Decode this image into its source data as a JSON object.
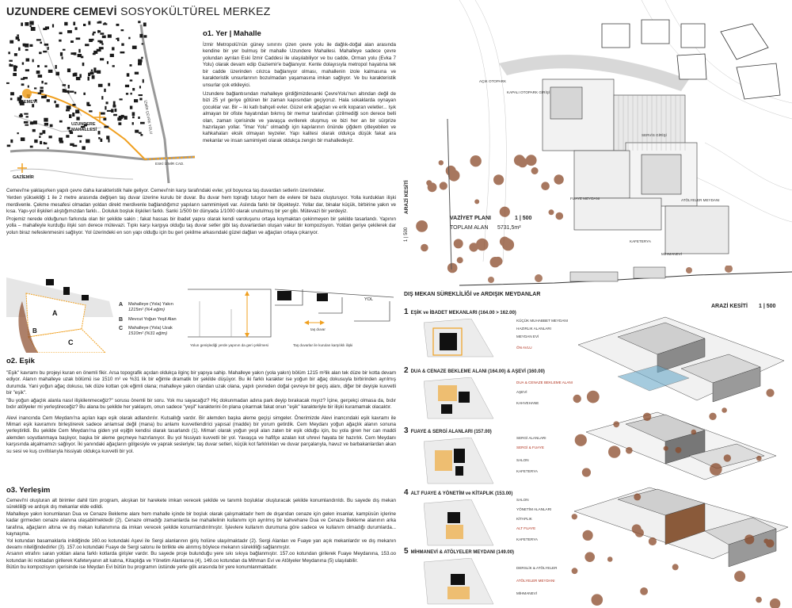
{
  "title": {
    "bold": "UZUNDERE CEMEVİ",
    "light": "SOSYOKÜLTÜREL MERKEZ"
  },
  "map_labels": {
    "cemevi": "CEMEVİ",
    "mahalle": "UZUNDERE\nMAHALLESİ",
    "izmir_cevre": "İZMİR ÇEVRE YOLU",
    "eski_izmir": "ESKİ İZMİR CAD.",
    "gaziemir": "GAZİEMİR"
  },
  "section1": {
    "heading": "o1. Yer | Mahalle",
    "paragraphs": [
      "İzmir Metropolü'nün güney sınırını çizen çevre yolu ile dağlık-doğal alan arasında kendine bir yer bulmuş bir mahalle Uzundere Mahallesi. Mahalleye sadece çevre yolundan ayrılan Eski İzmir Caddesi ile ulaşılabiliyor ve bu cadde, Orman yolu (Evka 7 Yolu) olarak devam edip Gaziemir'e bağlanıyor. Kente dolayısıyla metropol hayatına tek bir cadde üzerinden cılızca bağlanıyor olması, mahallenin izole kalmasına ve karakteristik unsurlarının bozulmadan yaşamasına imkan sağlıyor. Ve bu karakteristik unsurlar çok etkileyici.",
      "Uzundere bağlantısından mahalleye girdiğimizdesanki ÇevreYolu'nun altından değil de bizi 25 yıl geriye götüren bir zaman kapısından geçiyoruz. Hala sokaklarda oynayan çocuklar var. Bir – iki katlı bahçeli evler. Güzel erik ağaçları ve erik koparan veletler... Işık almayan bir ofiste hayatından bıkmış bir memur tarafından çizilmediği son derece belli olan, zaman içerisinde ve yavaşça evrilerek oluşmuş ve bizi her an bir sürprize hazırlayan yollar. \"İmar Yolu\" olmadığı için kapılarının önünde çiğdem çitleyebilen ve kahkahaları eksik olmayan teyzeler. Yapı kalitesi olarak oldukça düşük fakat ara mekanlar ve insan samimiyeti olarak oldukça zengin bir mahalledeyiz."
    ],
    "continued": [
      "Cemevi'ne yaklaşırken yapılı çevre daha karakteristik hale geliyor. Cemevi'nin karşı tarafındaki evler, yol boyunca taş duvardan setlerin üzerindeler.",
      "Yerden yüksekliği 1 ile 2 metre arasında değişen taş duvar üzerine kurulu bir duvar. Bu duvar hem toprağı tutuyor hem de evlere bir baza oluşturuyor. Yolla kurdukları ilişki merdivenle. Çekme mesafesi olmadan yoldan direkt merdivenle bağlandığımız yapıların sammimiyeti var. Aslında farklı bir ölçekteyiz. Yollar dar, binalar küçük, birbirine yakın ve kısa. Yapı-yol ilişkileri alıştığımızdan farklı... Doluluk boşluk ilişkileri farklı. Sanki 1/500 bir dünyada 1/1000 olarak unutulmuş bir yer gibi. Mütevazi bir yerdeyiz.",
      "Projemiz nerede olduğunun farkında olan bir şekilde sakin ; fakat hassas bir ibadet yapısı olarak kendi varoluşunu ortaya koymaktan çekinmeyen bir şekilde tasarlandı. Yapının yolla – mahalleyle kurduğu ilişki son derece mütevazi. Tıpkı karşı kargıya olduğu taş duvar setler gibi taş duvarlardan oluşan vakur bir kompozisyon. Yoldan geriye çekilerek dar yolun biraz nefeslenmesini sağlıyor. Yol üzerindeki en son yapı olduğu için bu geri çekilme arkasındaki güzel dağları ve ağaçları ortaya çıkarıyor."
    ]
  },
  "diagram_abc": {
    "legend": [
      {
        "key": "A",
        "label": "Mahalleye (Yola) Yakın",
        "sub": "1215m² (%4 eğim)"
      },
      {
        "key": "B",
        "label": "Mevcut Yoğun Yeşil Alan",
        "sub": ""
      },
      {
        "key": "C",
        "label": "Mahalleye (Yola) Uzak",
        "sub": "1510m² (%31 eğim)"
      }
    ],
    "yol": "YOL",
    "section_label": "taş duvar",
    "cap1": "Yolun genişlediği yerde yapının da geri çekilmesi",
    "cap2": "Taş duvarlar ile kurulan karşılıklı ilişki"
  },
  "section2": {
    "heading": "o2. Eşik",
    "paragraphs": [
      "\"Eşik\" kavramı bu projeyi kuran en önemli fikir. Arsa topografik açıdan oldukça ilginç bir yapıya sahip. Mahalleye yakın (yola yakın) bölüm 1215 m²lik alan tek düze bir kotta devam ediyor. Alanın mahalleye uzak bölümü ise 1510 m² ve %31 lik bir eğimle dramatik bir şekilde düşüyor. Bu iki farklı karakter ise yoğun bir ağaç dokusuyla birbirinden ayrılmış durumda. Yani yoğun ağaç dokusu, tek düze kottan çok eğimli olana; mahalleye yakın olandan uzak olana, yapılı çevreden doğal çevreye bir geçiş alanı, diğer bir deyişle kuvvetli bir \"eşik\".",
      "\"Bu yoğun ağaçlık alanla nasıl ilişkilenmeceğiz?\" sorusu önemli bir soru. Yok mu sayacağız? Hiç dokunmadan adına park deyip bırakacak mıyız? İçine, gerçekçi olmasa da, bıdır bıdır atölyeler mi yerleştireceğiz? Bu alana bu şekilde her yaklaşım, onun sadece \"yeşil\" karakterini ön plana çıkarmak fakat onun \"eşik\" karakteriyle bir ilişki kuramamak olacaktır.",
      "Alevi inancında Cem Meydanı'na açılan kapı eşik olarak adlandırılır. Kutsallığı vardır. Bir alemden başka aleme geçişi simgeler. Önerimizde Alevi inancındaki eşik kavramı ile Mimari eşik kavramını birleştirerek sadece anlamsal değil (mana) bu anlamı kuvvetlendirici yapısal (madde) bir yorum getirdik. Cem Meydanı yoğun ağaçlık alanın sonuna yerleştirildi. Bu şekilde Cem Meydanı'na giden yol eşiğin kendisi olarak tasarlandı (1). Mimari olarak yoğun yeşil alan zaten bir eşik olduğu için, bu yola giren her can maddi alemden soyutlanmaya başlıyor, başka bir aleme geçmeye hazırlanıyor. Bu yol hissiyatı kuvvetli bir yol. Yavaşça ve hafifçe azalan kot uhrevi hayata bir hazırlık. Cem Meydanı karşısında alçalmamızı sağlıyor. İki yanındaki ağaçların gölgesiyle ve yaprak sesleriyle; taş duvar setleri, küçük kot farklılıkları ve duvar parçalarıyla, havuz ve barbakanlardan akan su sesi ve kuş cıvıltılarıyla hissiyatı oldukça kuvvetli bir yol."
    ]
  },
  "section3": {
    "heading": "o3. Yerleşim",
    "paragraphs": [
      "Cemevi'ni oluşturan alt birimler dahil tüm program, akışkan bir harekete imkan verecek şekilde ve tanımlı boşluklar oluşturacak şekilde konumlandırıldı. Bu sayede dış mekan sürekliliği ve ardışık dış mekanlar elde edildi.",
      "Mahalleye yakın konumlanan Dua ve Cenaze Bekleme alanı hem mahalle içinde bir boşluk olarak çalışmaktadır hem de dışarıdan cenaze için gelen insanlar, kampüsün içlerine kadar girmeden cenaze alanına ulaşabilmektedir (2). Cenaze olmadığı zamanlarda ise mahallelinin kullanımı için ayrılmış bir kahvehane Dua ve Cenaze Bekleme alanının arka tarafına, ağaçların altına ve dış mekan kullanımına da imkan verecek şekilde konumlandırılmıştır. İşlevlere kullanım durumuna göre sadece ve kullanım olmadığı durumlarda... kaynaşma.",
      "Yol kotundan basamaklarla inildiğinde 160.oo kotundaki Aşevi ile Sergi alanlarının giriş holüne ulaşılmaktadır (2). Sergi Alanları ve Fuaye yarı açık mekanlardır ve dış mekanın devamı niteliğindedirler (3). 157.oo kotundaki Fuaye de Sergi salonu ile birlikte ele alınmış böylece mekanın sürekliliği sağlanmıştır.",
      "Arsanın etrafını saran yoldan alana farklı kotlarda girişler vardır. Bu sayede proje bulunduğu yere sıkı sıkıya bağlanmıştır. 157.oo kotundan girilerek Fuaye Meydanına, 153.oo kotundan iki noktadan girilerek Kafeteryanın alt katına, Kitaplığa ve Yönetim Alanlarına (4), 149.oo kotundan da Mihman Evi ve Atölyeler Meydanına (5) ulaşılabilir.",
      "Bütün bu kompozisyon içerisinde ise Meydan Evi bütün bu programın üstünde yerle gök arasında bir yere konumlanmaktadır."
    ]
  },
  "site_plan": {
    "title": "VAZİYET PLANI",
    "scale": "1 | 500",
    "area_label": "TOPLAM ALAN",
    "area_value": "5731,5m²",
    "arazi_kesiti_v": "ARAZİ KESİTİ",
    "arazi_scale_v": "1 | 500",
    "labels": [
      "KAPALI OTOPARK GİRİŞİ",
      "AÇIK OTOPARK",
      "FUAYE MEYDANI",
      "ATÖLYELER MEYDANI",
      "KAFETERYA",
      "MİHMANEVİ",
      "SERVİS GİRİŞİ"
    ]
  },
  "section_strip": {
    "title": "ARAZİ KESİTİ",
    "scale": "1 | 500"
  },
  "dis_mekan": {
    "heading": "DIŞ MEKAN SÜREKLİLİĞİ ve ARDIŞIK MEYDANLAR",
    "steps": [
      {
        "num": "1",
        "title": "EŞİK ve İBADET MEKANLARI (164.00 > 162.00)",
        "labels": [
          "KÜÇÜK MUHABBET MEYDANI",
          "HAZIRLIK ALANLARI",
          "MEYDAN EVİ",
          "ÖN AVLU"
        ]
      },
      {
        "num": "2",
        "title": "DUA & CENAZE BEKLEME ALANI (164.00) & AŞEVİ (160.00)",
        "labels": [
          "DUA & CENAZE BEKLEME ALANI",
          "AŞEVİ",
          "KAHVEHANE"
        ]
      },
      {
        "num": "3",
        "title": "FUAYE & SERGİ ALANLARI (157.00)",
        "labels": [
          "SERGİ ALANLARI",
          "SERGİ & FUAYE",
          "SALON",
          "KAFETERYA"
        ]
      },
      {
        "num": "4",
        "title": "ALT FUAYE & YÖNETİM ve KİTAPLIK (153.00)",
        "labels": [
          "SALON",
          "YÖNETİM ALANLARI",
          "KİTAPLIK",
          "ALT FUAYE",
          "KAFETERYA"
        ]
      },
      {
        "num": "5",
        "title": "MİHMANEVİ & ATÖLYELER MEYDANI (149.00)",
        "labels": [
          "DERSLİK & ATÖLYELER",
          "ATÖLYELER MEYDANI",
          "MİHMANEVİ"
        ]
      }
    ]
  },
  "colors": {
    "accent": "#f0a020",
    "red": "#b0301c",
    "tree": "#8a4a2a",
    "hatch": "#cfcfcf"
  }
}
